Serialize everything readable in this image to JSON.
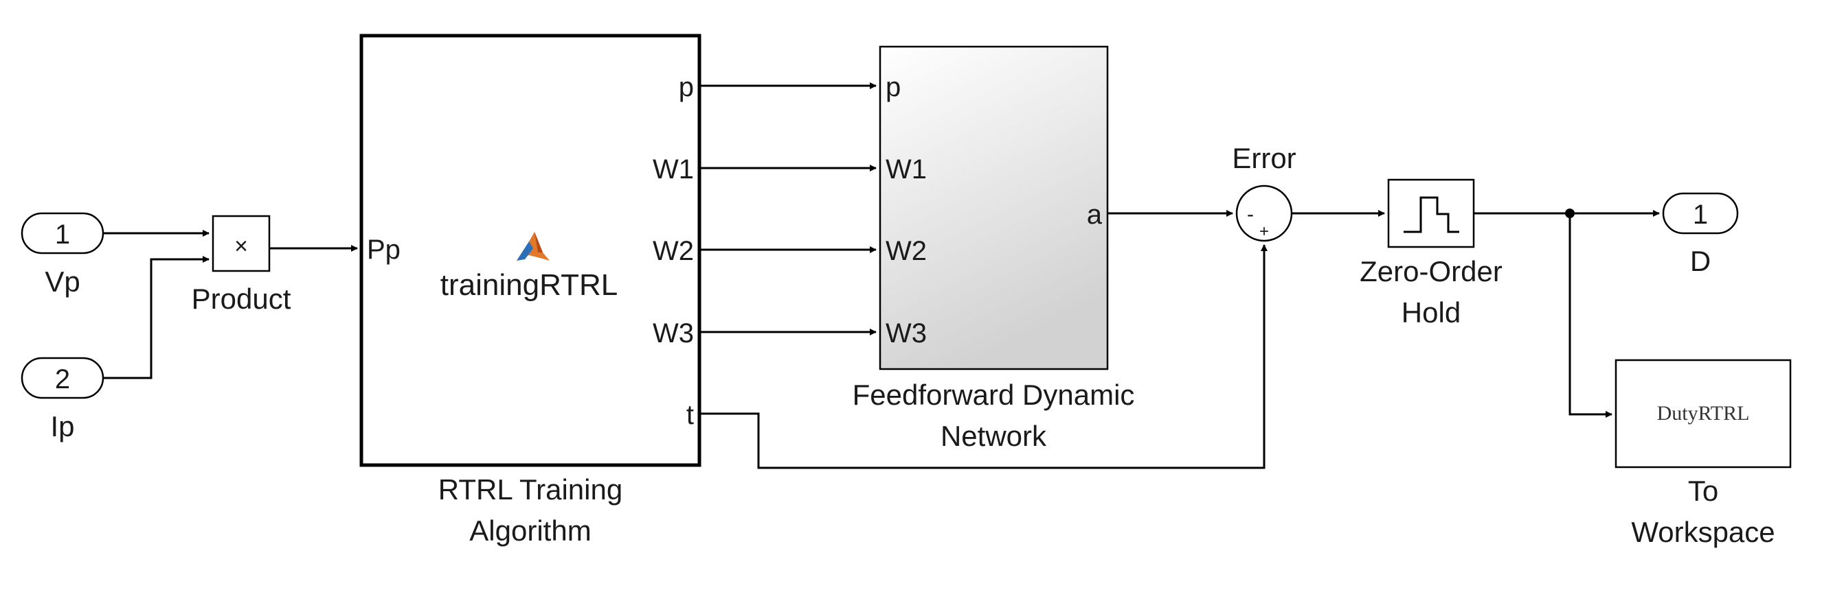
{
  "inports": [
    {
      "number": "1",
      "name": "Vp"
    },
    {
      "number": "2",
      "name": "Ip"
    }
  ],
  "product": {
    "symbol": "×",
    "name": "Product"
  },
  "rtrl": {
    "input": "Pp",
    "outputs": [
      "p",
      "W1",
      "W2",
      "W3",
      "t"
    ],
    "function_name": "trainingRTRL",
    "name_line1": "RTRL Training",
    "name_line2": "Algorithm",
    "icon": "matlab-logo-icon"
  },
  "ffdn": {
    "inputs": [
      "p",
      "W1",
      "W2",
      "W3"
    ],
    "output": "a",
    "name_line1": "Feedforward Dynamic",
    "name_line2": "Network"
  },
  "sum": {
    "name": "Error",
    "minus": "-",
    "plus": "+"
  },
  "zoh": {
    "name_line1": "Zero-Order",
    "name_line2": "Hold",
    "icon": "staircase-icon"
  },
  "outport": {
    "number": "1",
    "name": "D"
  },
  "workspace": {
    "variable": "DutyRTRL",
    "name_line1": "To",
    "name_line2": "Workspace"
  }
}
